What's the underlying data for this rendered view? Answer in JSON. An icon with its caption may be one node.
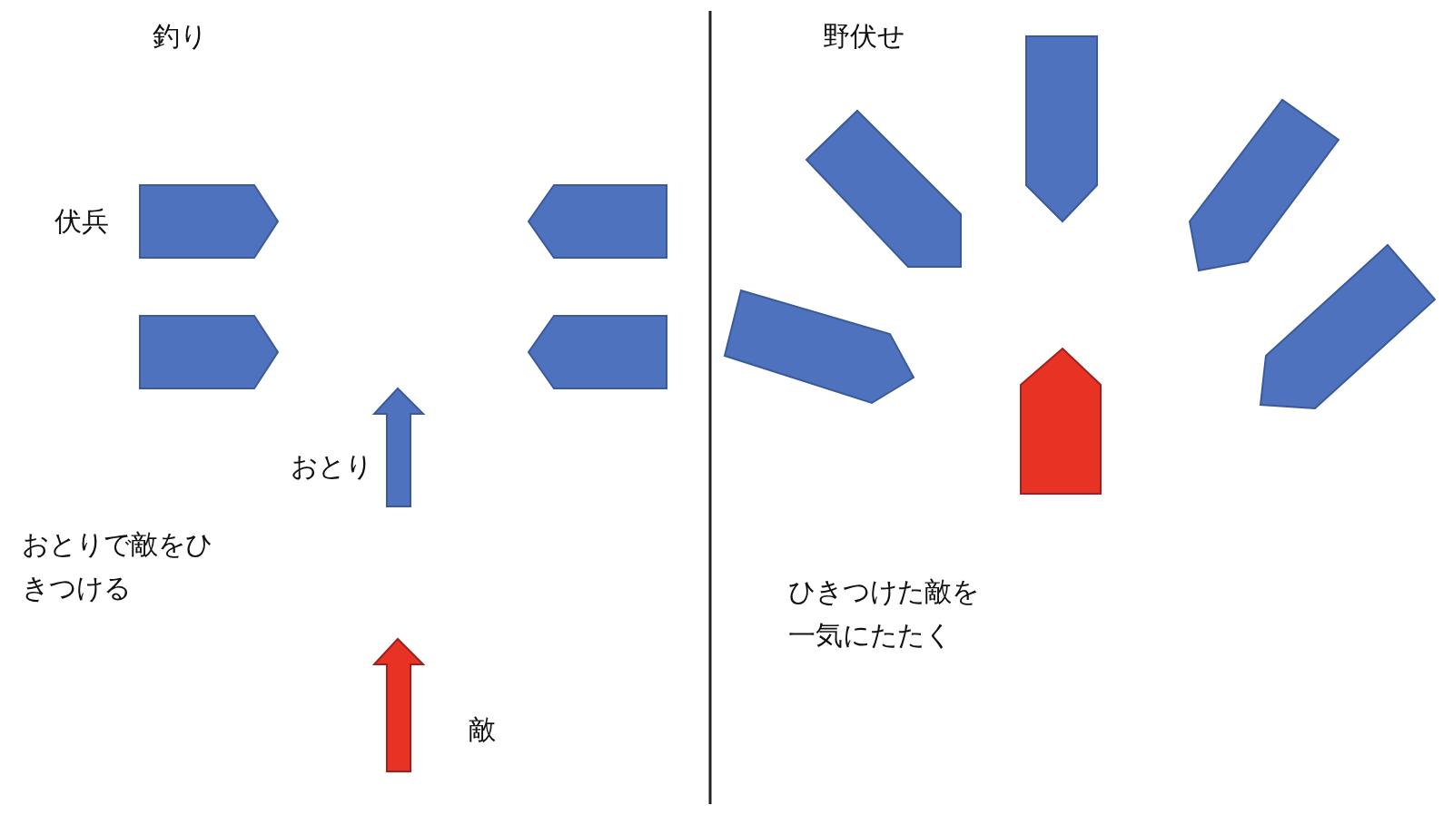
{
  "diagram": {
    "labels": [
      "釣り",
      "野伏せ",
      "伏兵",
      "おとり",
      "おとりで敵をひきつける",
      "敵",
      "ひきつけた敵を一気にたたく"
    ]
  }
}
